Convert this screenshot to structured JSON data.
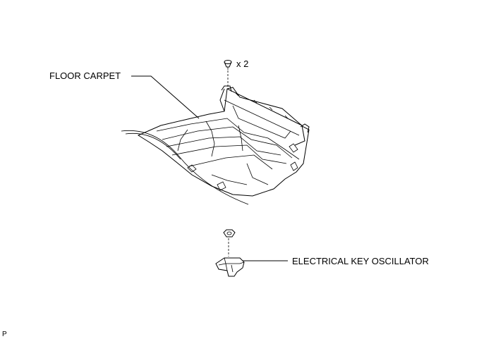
{
  "labels": {
    "floor_carpet": "FLOOR CARPET",
    "electrical_key_oscillator": "ELECTRICAL KEY OSCILLATOR",
    "clip_quantity": "x 2",
    "corner_code": "P"
  },
  "colors": {
    "line": "#000000",
    "background": "#ffffff",
    "part_fill": "#ffffff",
    "oscillator_fill": "#d9d9d9"
  },
  "icons": {
    "clip": "push-clip-icon",
    "nut": "nut-icon"
  }
}
